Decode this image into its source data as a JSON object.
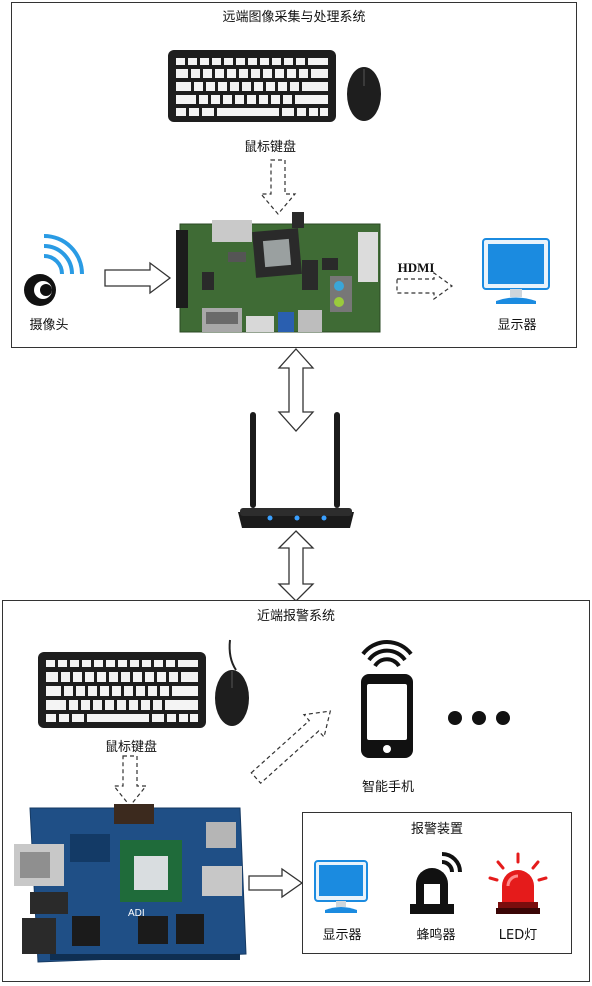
{
  "remote_system": {
    "title": "远端图像采集与处理系统",
    "keyboard_mouse_label": "鼠标键盘",
    "camera_label": "摄像头",
    "monitor_label": "显示器",
    "hdmi_label": "HDMI"
  },
  "local_system": {
    "title": "近端报警系统",
    "keyboard_mouse_label": "鼠标键盘",
    "phone_label": "智能手机",
    "alarm_device": {
      "title": "报警装置",
      "monitor_label": "显示器",
      "buzzer_label": "蜂鸣器",
      "led_label": "LED灯"
    }
  },
  "icons": {
    "camera": "camera-icon",
    "keyboard": "keyboard-icon",
    "mouse": "mouse-icon",
    "board": "dev-board-icon",
    "monitor": "monitor-icon",
    "router": "router-icon",
    "phone": "smartphone-icon",
    "buzzer": "buzzer-icon",
    "led": "led-alarm-icon",
    "more": "ellipsis-icon"
  },
  "colors": {
    "board_green": "#3f6b35",
    "board_blue": "#1f4f86",
    "monitor_blue": "#1b8be0",
    "alarm_red": "#e51b1b",
    "wifi_blue": "#2a9be4"
  }
}
